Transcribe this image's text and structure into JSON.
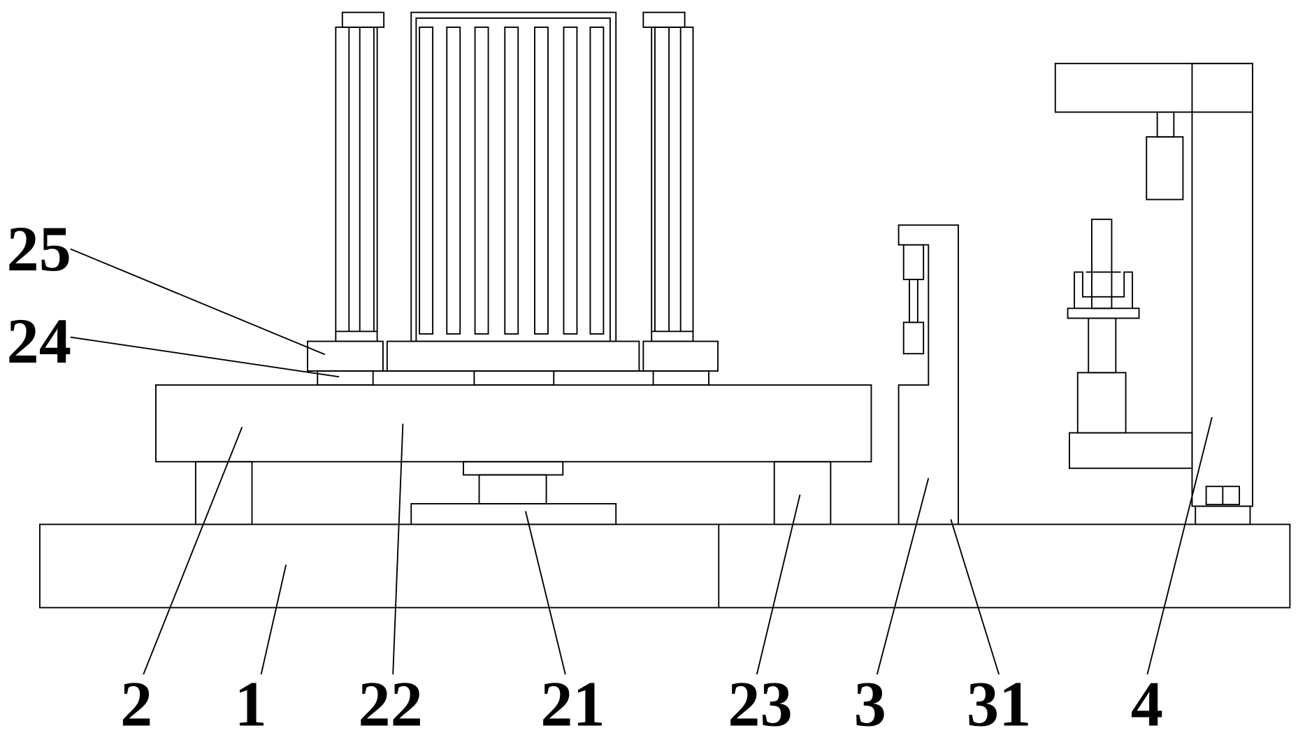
{
  "figure": {
    "labels": {
      "l1": "1",
      "l2": "2",
      "l3": "3",
      "l4": "4",
      "l21": "21",
      "l22": "22",
      "l23": "23",
      "l24": "24",
      "l25": "25",
      "l31": "31"
    }
  }
}
